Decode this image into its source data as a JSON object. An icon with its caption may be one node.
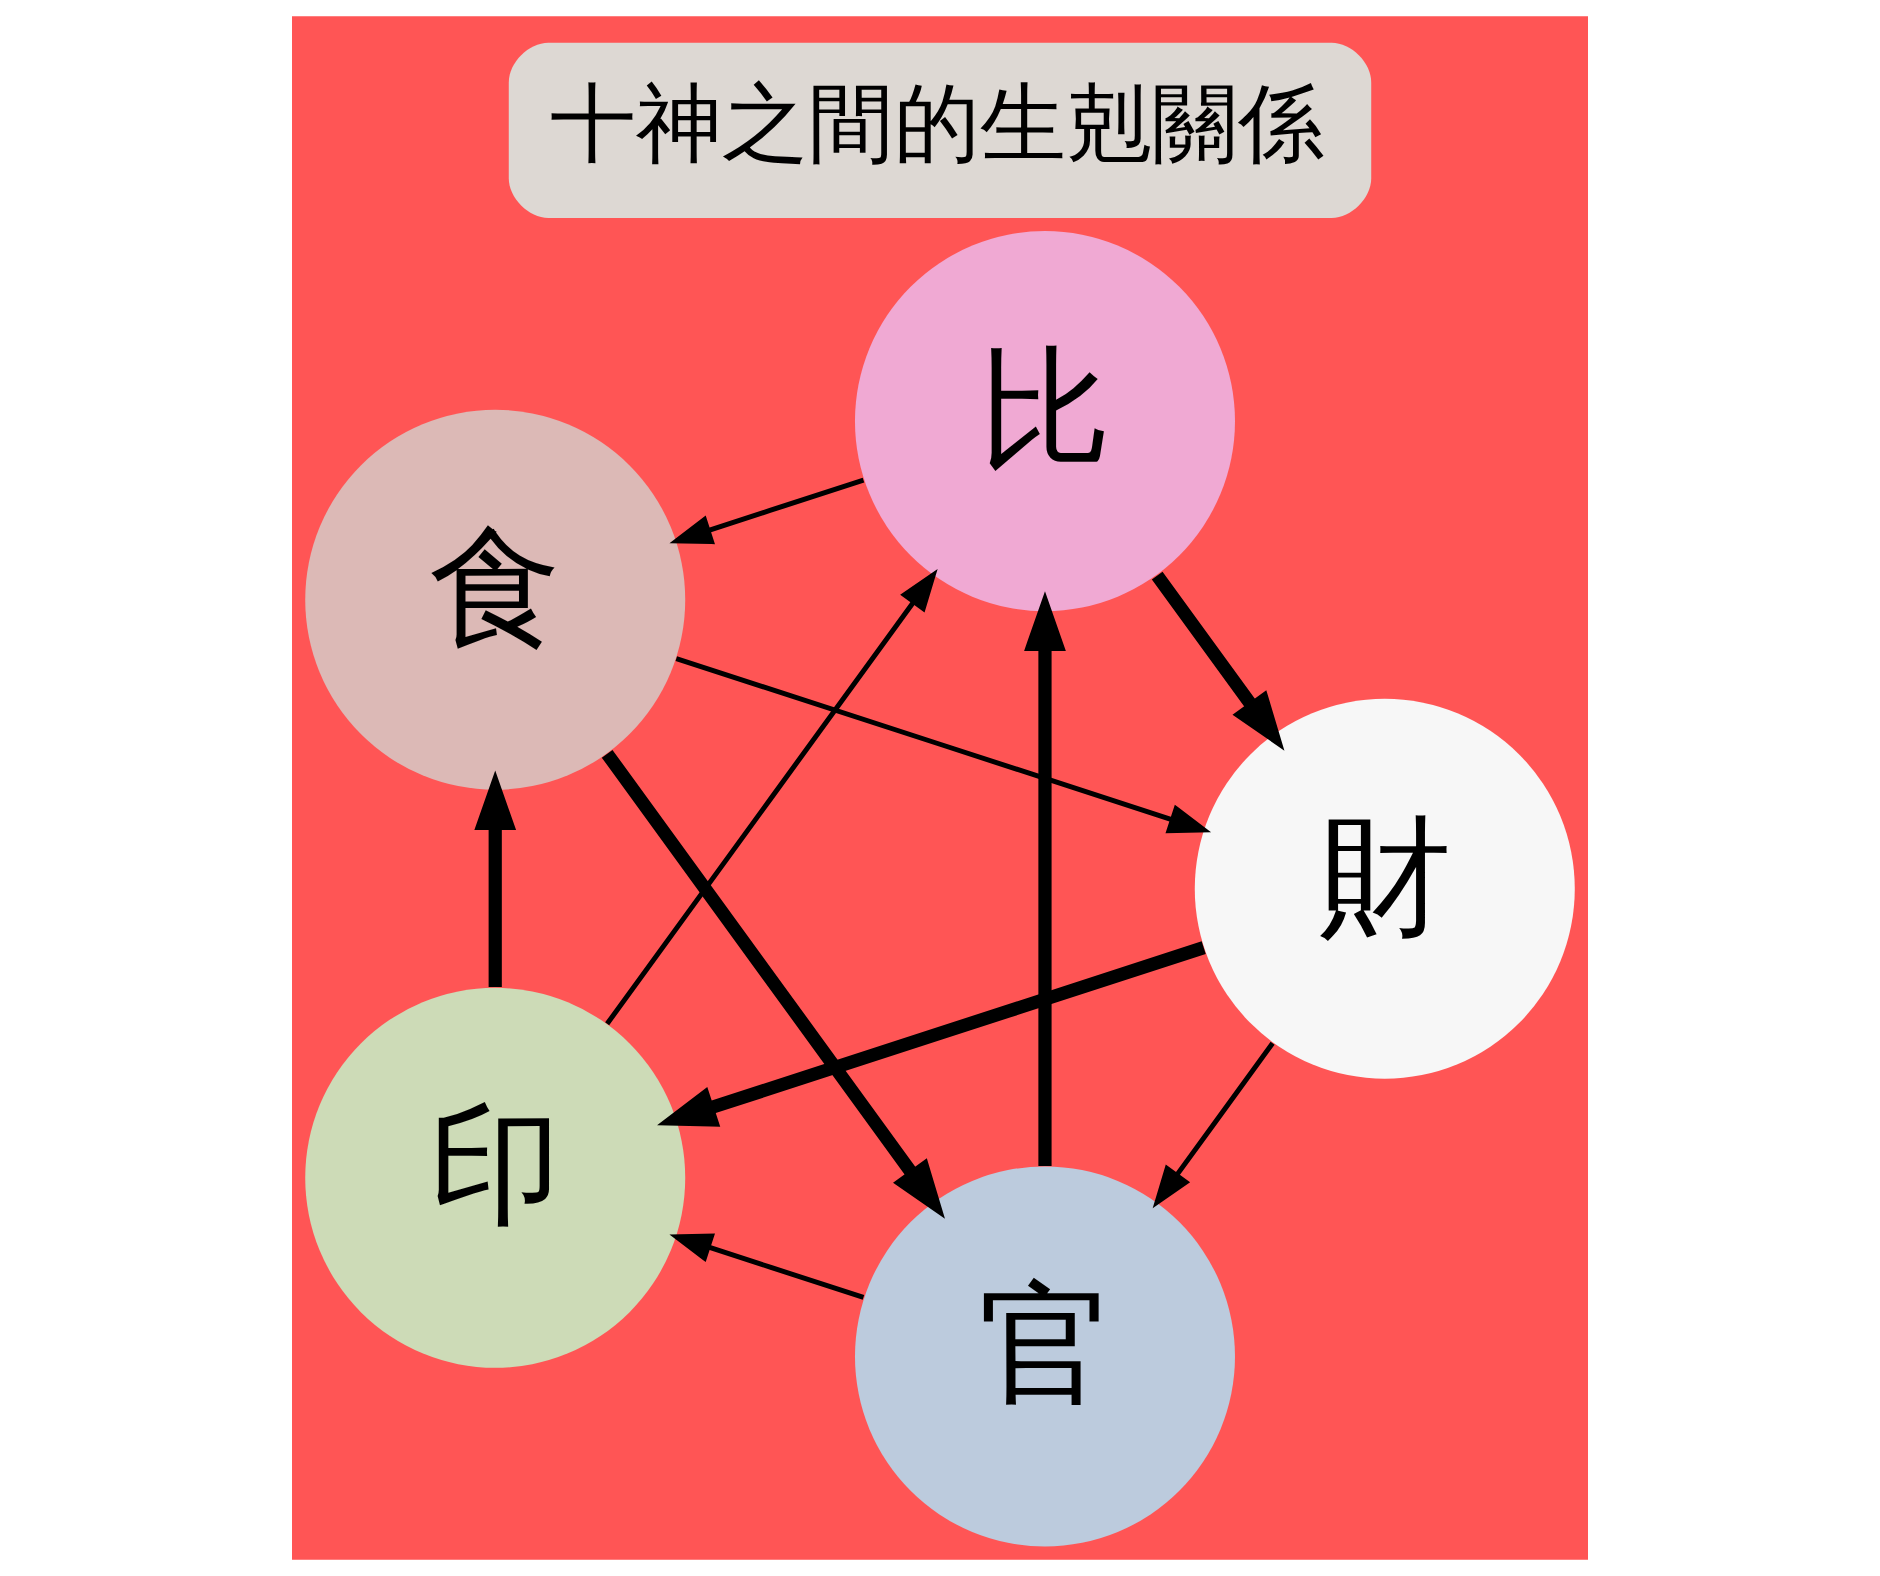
{
  "diagram": {
    "title": "十神之間的生剋關係",
    "nodes": [
      {
        "text": [
          "官"
        ]
      },
      {
        "text": [
          "財"
        ]
      },
      {
        "text": [
          "食"
        ]
      },
      {
        "text": [
          "比"
        ]
      },
      {
        "text": [
          "印"
        ]
      }
    ],
    "edges": [
      {
        "from": 0,
        "to": 4,
        "arrow": "to"
      },
      {
        "from": 4,
        "to": 3,
        "arrow": "to"
      },
      {
        "from": 3,
        "to": 2,
        "arrow": "to"
      },
      {
        "from": 2,
        "to": 1,
        "arrow": "to"
      },
      {
        "from": 1,
        "to": 0,
        "arrow": "to"
      },
      {
        "from": 1,
        "to": 4,
        "arrow": "to",
        "style": "thick"
      },
      {
        "from": 0,
        "to": 3,
        "arrow": "to",
        "style": "thick"
      },
      {
        "from": 4,
        "to": 2,
        "arrow": "to",
        "style": "thick"
      },
      {
        "from": 3,
        "to": 1,
        "arrow": "to",
        "style": "thick"
      },
      {
        "from": 2,
        "to": 0,
        "arrow": "to",
        "style": "thick"
      }
    ]
  }
}
